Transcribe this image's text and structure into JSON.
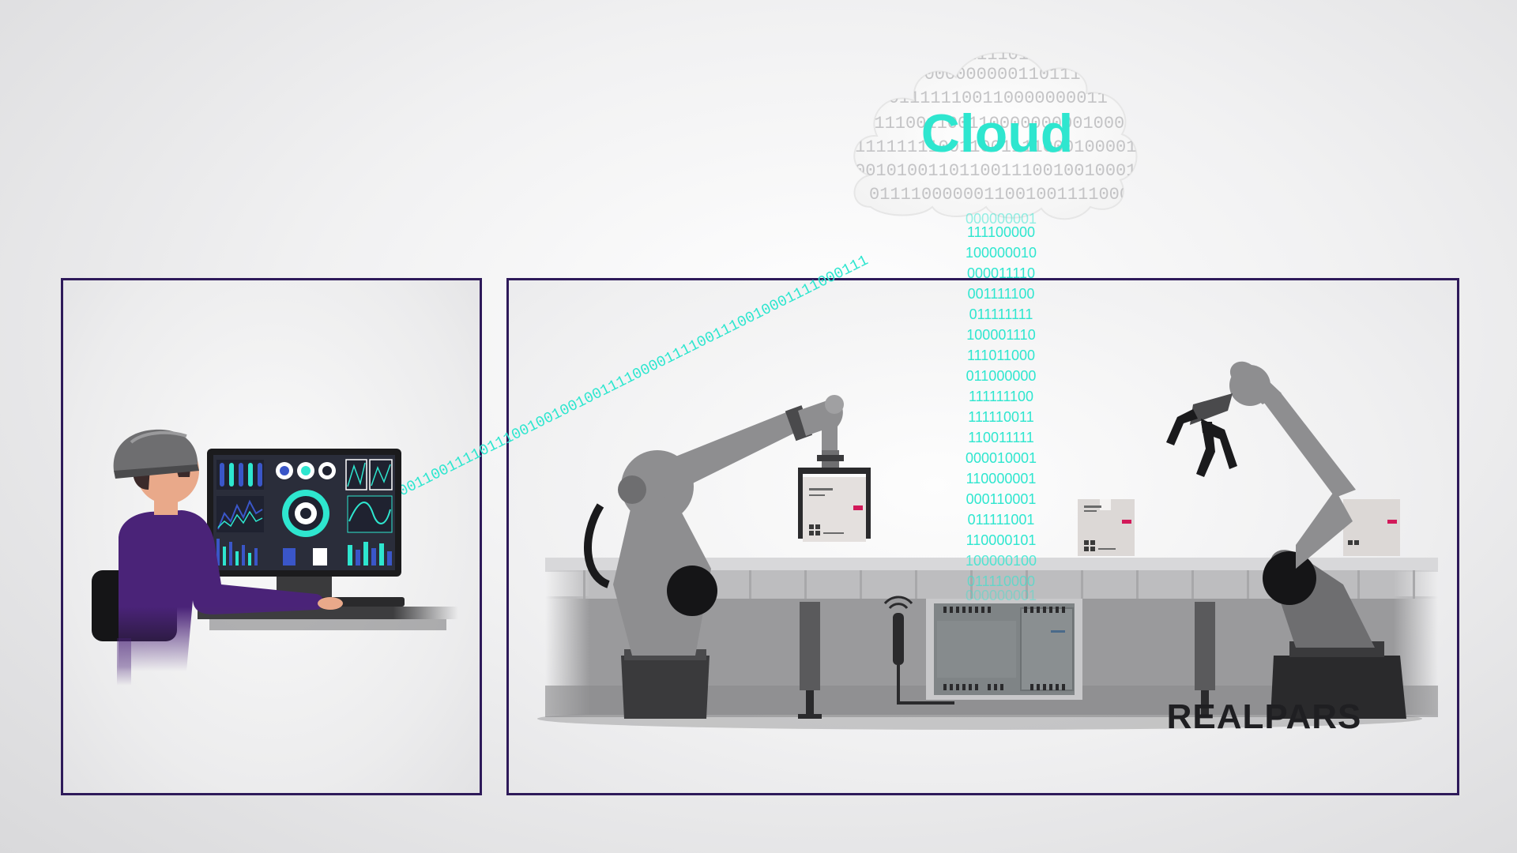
{
  "cloud": {
    "label": "Cloud",
    "binary_lines": [
      "000011110111",
      "000000000000110111",
      "000011111100110000000011",
      "01111001100110000000001000111",
      "1111111100110011110001000011",
      "001010011011001110010010001",
      "0111100000011001001111000"
    ]
  },
  "uplink_stream": "0011001111011100100100100111100001111001110010001111000111",
  "downlink_stream": [
    "000000001",
    "111100000",
    "100000010",
    "000011110",
    "001111100",
    "011111111",
    "100001110",
    "111011000",
    "011000000",
    "111111100",
    "111110011",
    "110011111",
    "000010001",
    "110000001",
    "000110001",
    "011111001",
    "110000101",
    "100000100",
    "011110000",
    "000000001"
  ],
  "brand": "REALPARS",
  "colors": {
    "frame": "#2e1a5a",
    "data_stream": "#2ee6cf",
    "cloud_label": "#2ee6cf",
    "robot_gray": "#8e8e90",
    "shirt": "#4a2378"
  }
}
